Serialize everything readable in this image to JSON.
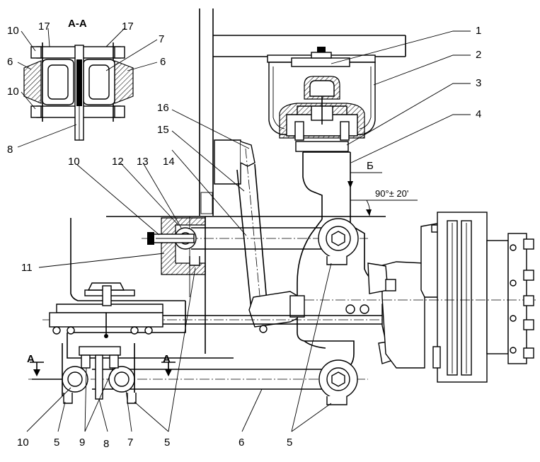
{
  "section": {
    "label": "А-А"
  },
  "view": {
    "b_label": "Б",
    "angle": "90°± 20'",
    "cut_left": "А",
    "cut_right": "А"
  },
  "callouts": [
    {
      "text": "1"
    },
    {
      "text": "2"
    },
    {
      "text": "3"
    },
    {
      "text": "4"
    },
    {
      "text": "16"
    },
    {
      "text": "15"
    },
    {
      "text": "14"
    },
    {
      "text": "13"
    },
    {
      "text": "12"
    },
    {
      "text": "10"
    },
    {
      "text": "11"
    },
    {
      "text": "10"
    },
    {
      "text": "17"
    },
    {
      "text": "17"
    },
    {
      "text": "7"
    },
    {
      "text": "6"
    },
    {
      "text": "6"
    },
    {
      "text": "10"
    },
    {
      "text": "8"
    },
    {
      "text": "10"
    },
    {
      "text": "5"
    },
    {
      "text": "9"
    },
    {
      "text": "8"
    },
    {
      "text": "7"
    },
    {
      "text": "5"
    },
    {
      "text": "6"
    },
    {
      "text": "5"
    }
  ]
}
